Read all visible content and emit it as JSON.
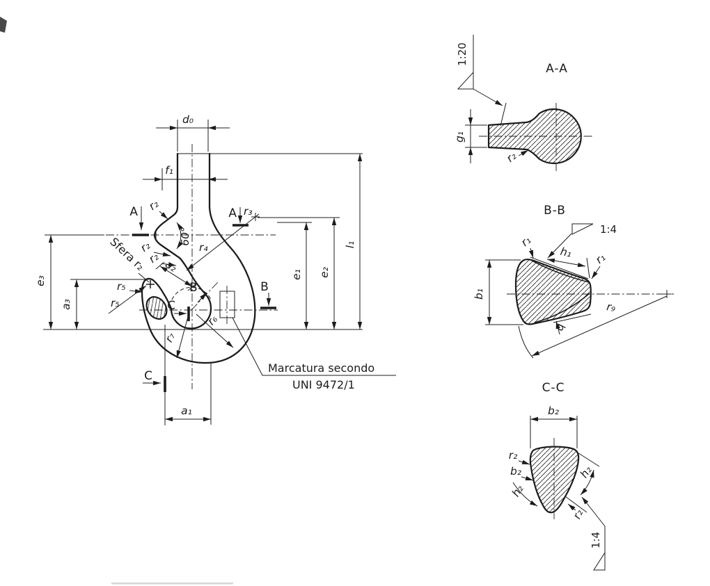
{
  "drawing": {
    "background": "#ffffff",
    "ink": "#1c1c1c",
    "marks": {
      "A": "A",
      "B": "B",
      "C": "C"
    },
    "dims": {
      "d0": "d₀",
      "f1": "f₁",
      "l1": "l₁",
      "e1": "e₁",
      "e2": "e₂",
      "e3": "e₃",
      "a1": "a₁",
      "a2": "a₂",
      "a3": "a₃",
      "r1": "r₁",
      "r2": "r₂",
      "r3": "r₃",
      "r4": "r₄",
      "r5": "r₅",
      "r6": "r₆",
      "r7": "r₇",
      "r9": "r₉",
      "b1": "b₁",
      "b2": "b₂",
      "h1": "h₁",
      "h2": "h₂",
      "g1": "g₁",
      "q": "q",
      "angle60": "60°"
    },
    "notes": {
      "sfera": "Sfera r₂",
      "marking_line1": "Marcatura secondo",
      "marking_line2": "UNI 9472/1"
    },
    "sections": {
      "aa": {
        "title": "A-A",
        "taper": "1:20"
      },
      "bb": {
        "title": "B-B",
        "taper": "1:4"
      },
      "cc": {
        "title": "C-C",
        "taper": "1:4"
      }
    }
  }
}
